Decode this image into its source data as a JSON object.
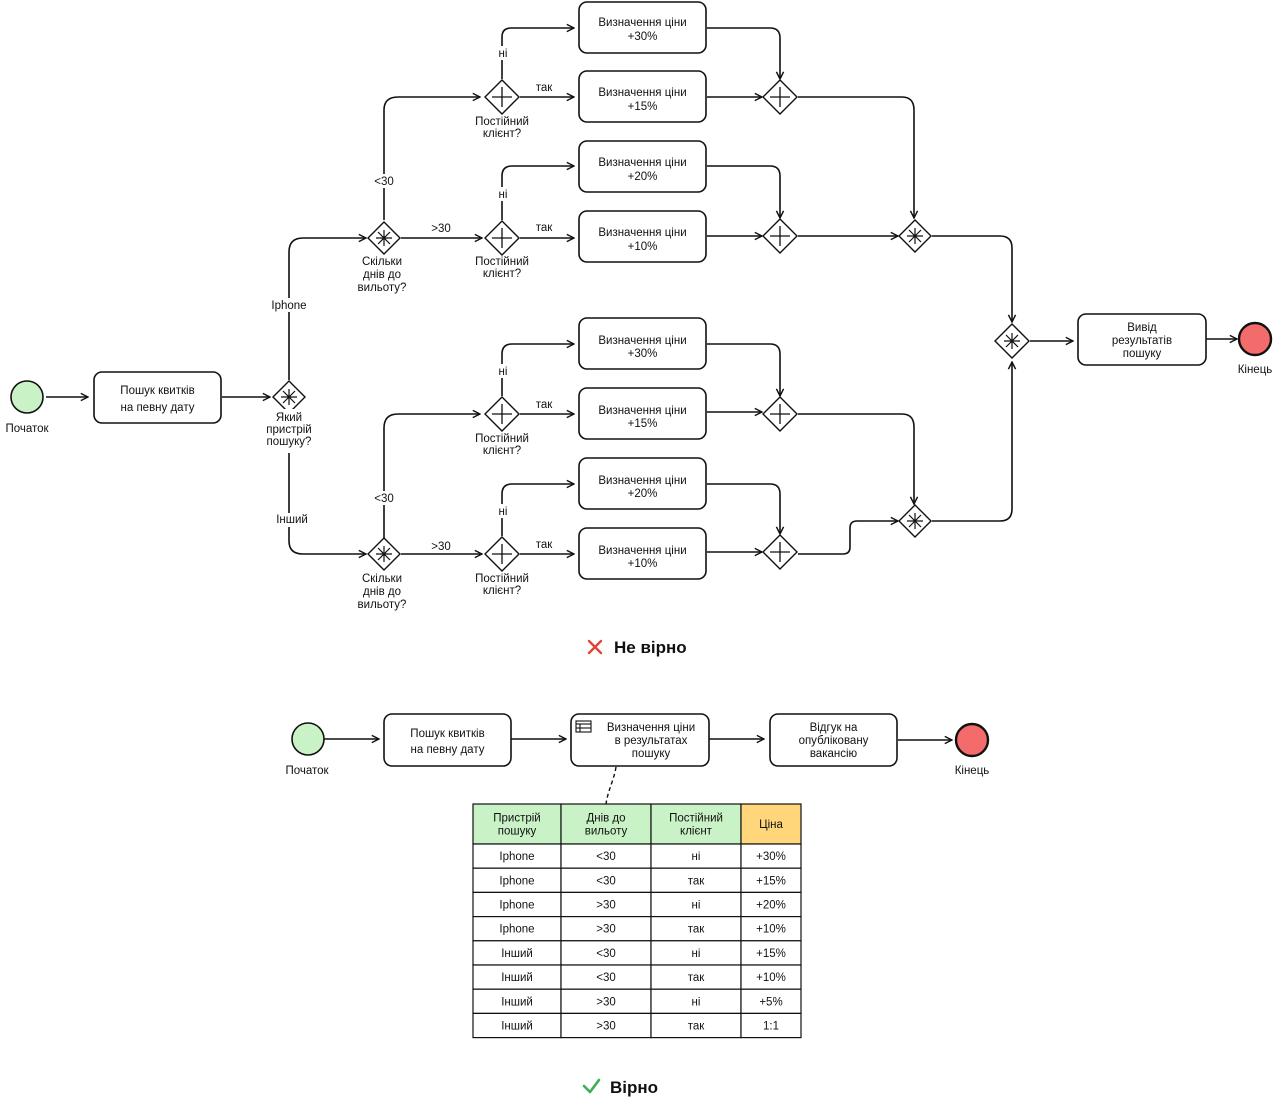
{
  "colors": {
    "start_event": "#c9f2c7",
    "end_event": "#f46b6b",
    "table_header_green": "#c9f2c7",
    "table_header_price": "#ffd77a",
    "wrong_mark": "#e0453a",
    "right_mark": "#3cae53"
  },
  "wrong_diagram": {
    "start_label": "Початок",
    "end_label": "Кінець",
    "search_task": [
      "Пошук квитків",
      "на певну дату"
    ],
    "device_gateway": [
      "Який",
      "пристрій",
      "пошуку?"
    ],
    "branch_iphone": "Iphone",
    "branch_other": "Інший",
    "days_gateway": [
      "Скільки",
      "днів до",
      "вильоту?"
    ],
    "lt30": "<30",
    "gt30": ">30",
    "client_gateway": [
      "Постійний",
      "клієнт?"
    ],
    "no": "ні",
    "yes": "так",
    "price_prefix": "Визначення ціни",
    "output_task": [
      "Вивід",
      "результатів",
      "пошуку"
    ],
    "prices": {
      "iphone_lt30_no": "+30%",
      "iphone_lt30_yes": "+15%",
      "iphone_gt30_no": "+20%",
      "iphone_gt30_yes": "+10%",
      "other_lt30_no": "+30%",
      "other_lt30_yes": "+15%",
      "other_gt30_no": "+20%",
      "other_gt30_yes": "+10%"
    },
    "verdict": "Не вірно",
    "verdict_icon": "cross-icon"
  },
  "right_diagram": {
    "start_label": "Початок",
    "end_label": "Кінець",
    "search_task": [
      "Пошук квитків",
      "на певну дату"
    ],
    "rule_task": [
      "Визначення ціни",
      "в результатах",
      "пошуку"
    ],
    "rule_icon": "table-icon",
    "feedback_task": [
      "Відгук на",
      "опублікованy",
      "вакансію"
    ],
    "table": {
      "headers": [
        [
          "Пристрій",
          "пошуку"
        ],
        [
          "Днів до",
          "вильоту"
        ],
        [
          "Постійний",
          "клієнт"
        ],
        [
          "Ціна"
        ]
      ],
      "rows": [
        [
          "Iphone",
          "<30",
          "ні",
          "+30%"
        ],
        [
          "Iphone",
          "<30",
          "так",
          "+15%"
        ],
        [
          "Iphone",
          ">30",
          "ні",
          "+20%"
        ],
        [
          "Iphone",
          ">30",
          "так",
          "+10%"
        ],
        [
          "Інший",
          "<30",
          "ні",
          "+15%"
        ],
        [
          "Інший",
          "<30",
          "так",
          "+10%"
        ],
        [
          "Інший",
          ">30",
          "ні",
          "+5%"
        ],
        [
          "Інший",
          ">30",
          "так",
          "1:1"
        ]
      ]
    },
    "verdict": "Вірно",
    "verdict_icon": "check-icon"
  }
}
